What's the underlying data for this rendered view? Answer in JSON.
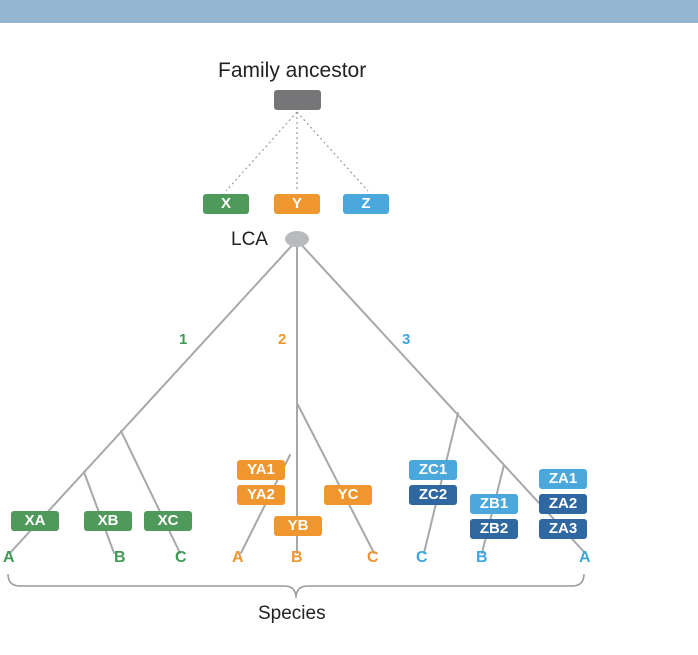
{
  "title": "Family ancestor",
  "lca_label": "LCA",
  "species_label": "Species",
  "colors": {
    "green": "#4f9a5b",
    "orange": "#f0962f",
    "light_blue": "#4aa8dd",
    "dark_blue": "#2f67a0",
    "ancestor_gray": "#767679",
    "lca_gray": "#b9babc",
    "branch_gray": "#a7a8aa"
  },
  "top_genes": [
    "X",
    "Y",
    "Z"
  ],
  "branch_numbers": [
    "1",
    "2",
    "3"
  ],
  "genes": {
    "XA": "XA",
    "XB": "XB",
    "XC": "XC",
    "YA1": "YA1",
    "YA2": "YA2",
    "YB": "YB",
    "YC": "YC",
    "ZC1": "ZC1",
    "ZC2": "ZC2",
    "ZB1": "ZB1",
    "ZB2": "ZB2",
    "ZA1": "ZA1",
    "ZA2": "ZA2",
    "ZA3": "ZA3"
  },
  "leaves": [
    "A",
    "B",
    "C",
    "A",
    "B",
    "C",
    "C",
    "B",
    "A"
  ]
}
